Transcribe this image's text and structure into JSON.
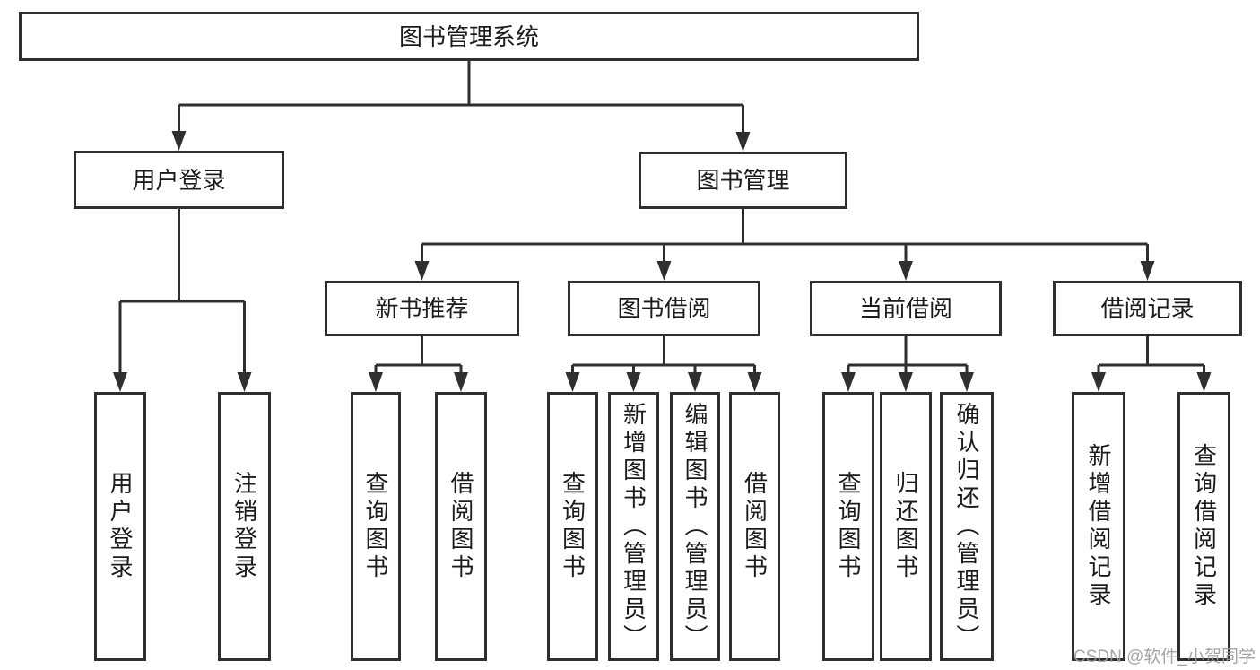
{
  "root": {
    "label": "图书管理系统"
  },
  "login_branch": {
    "label": "用户登录",
    "leaves": [
      {
        "label": "用户登录"
      },
      {
        "label": "注销登录"
      }
    ]
  },
  "management_branch": {
    "label": "图书管理",
    "groups": [
      {
        "label": "新书推荐",
        "leaves": [
          {
            "label": "查询图书"
          },
          {
            "label": "借阅图书"
          }
        ]
      },
      {
        "label": "图书借阅",
        "leaves": [
          {
            "label": "查询图书"
          },
          {
            "label": "新增图书（管理员）"
          },
          {
            "label": "编辑图书（管理员）"
          },
          {
            "label": "借阅图书"
          }
        ]
      },
      {
        "label": "当前借阅",
        "leaves": [
          {
            "label": "查询图书"
          },
          {
            "label": "归还图书"
          },
          {
            "label": "确认归还（管理员）"
          }
        ]
      },
      {
        "label": "借阅记录",
        "leaves": [
          {
            "label": "新增借阅记录"
          },
          {
            "label": "查询借阅记录"
          }
        ]
      }
    ]
  },
  "watermark": {
    "text": "CSDN @软件_小贺同学"
  },
  "colors": {
    "line": "#2f2f2f",
    "box_border": "#2f2f2f",
    "text": "#1c1c1c",
    "watermark": "#9b9b9b",
    "background": "#ffffff"
  }
}
